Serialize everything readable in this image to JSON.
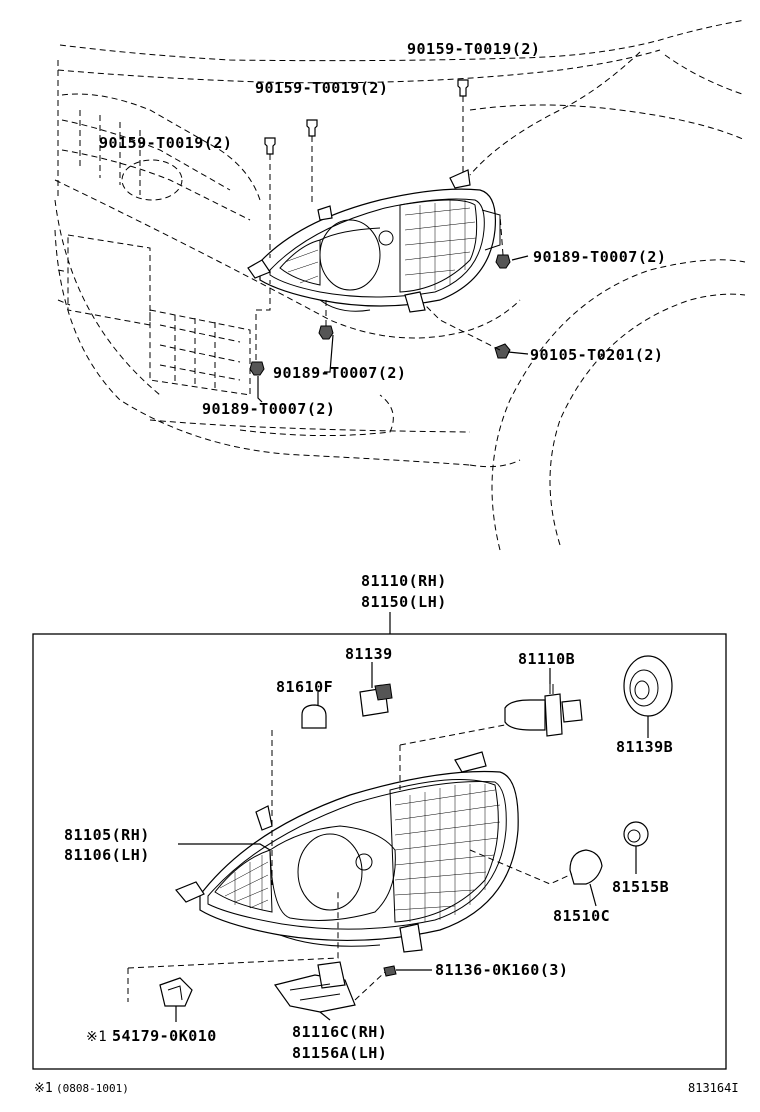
{
  "labels": {
    "bolt_top_right": "90159-T0019(2)",
    "bolt_top_mid": "90159-T0019(2)",
    "bolt_top_left": "90159-T0019(2)",
    "clip_right": "90189-T0007(2)",
    "screw_right": "90105-T0201(2)",
    "clip_mid": "90189-T0007(2)",
    "clip_left": "90189-T0007(2)",
    "assy_rh": "81110(RH)",
    "assy_lh": "81150(LH)",
    "socket": "81139",
    "bulb_side": "81610F",
    "bulb_head": "81110B",
    "cover": "81139B",
    "unit_rh": "81105(RH)",
    "unit_lh": "81106(LH)",
    "socket_turn": "81515B",
    "bulb_turn": "81510C",
    "screw_bracket": "81136-0K160(3)",
    "retainer_mark": "※1",
    "retainer": "54179-0K010",
    "bracket_rh": "81116C(RH)",
    "bracket_lh": "81156A(LH)"
  },
  "footer": {
    "note_mark": "※1",
    "note_code": "(0808-1001)",
    "figure_id": "813164I"
  }
}
